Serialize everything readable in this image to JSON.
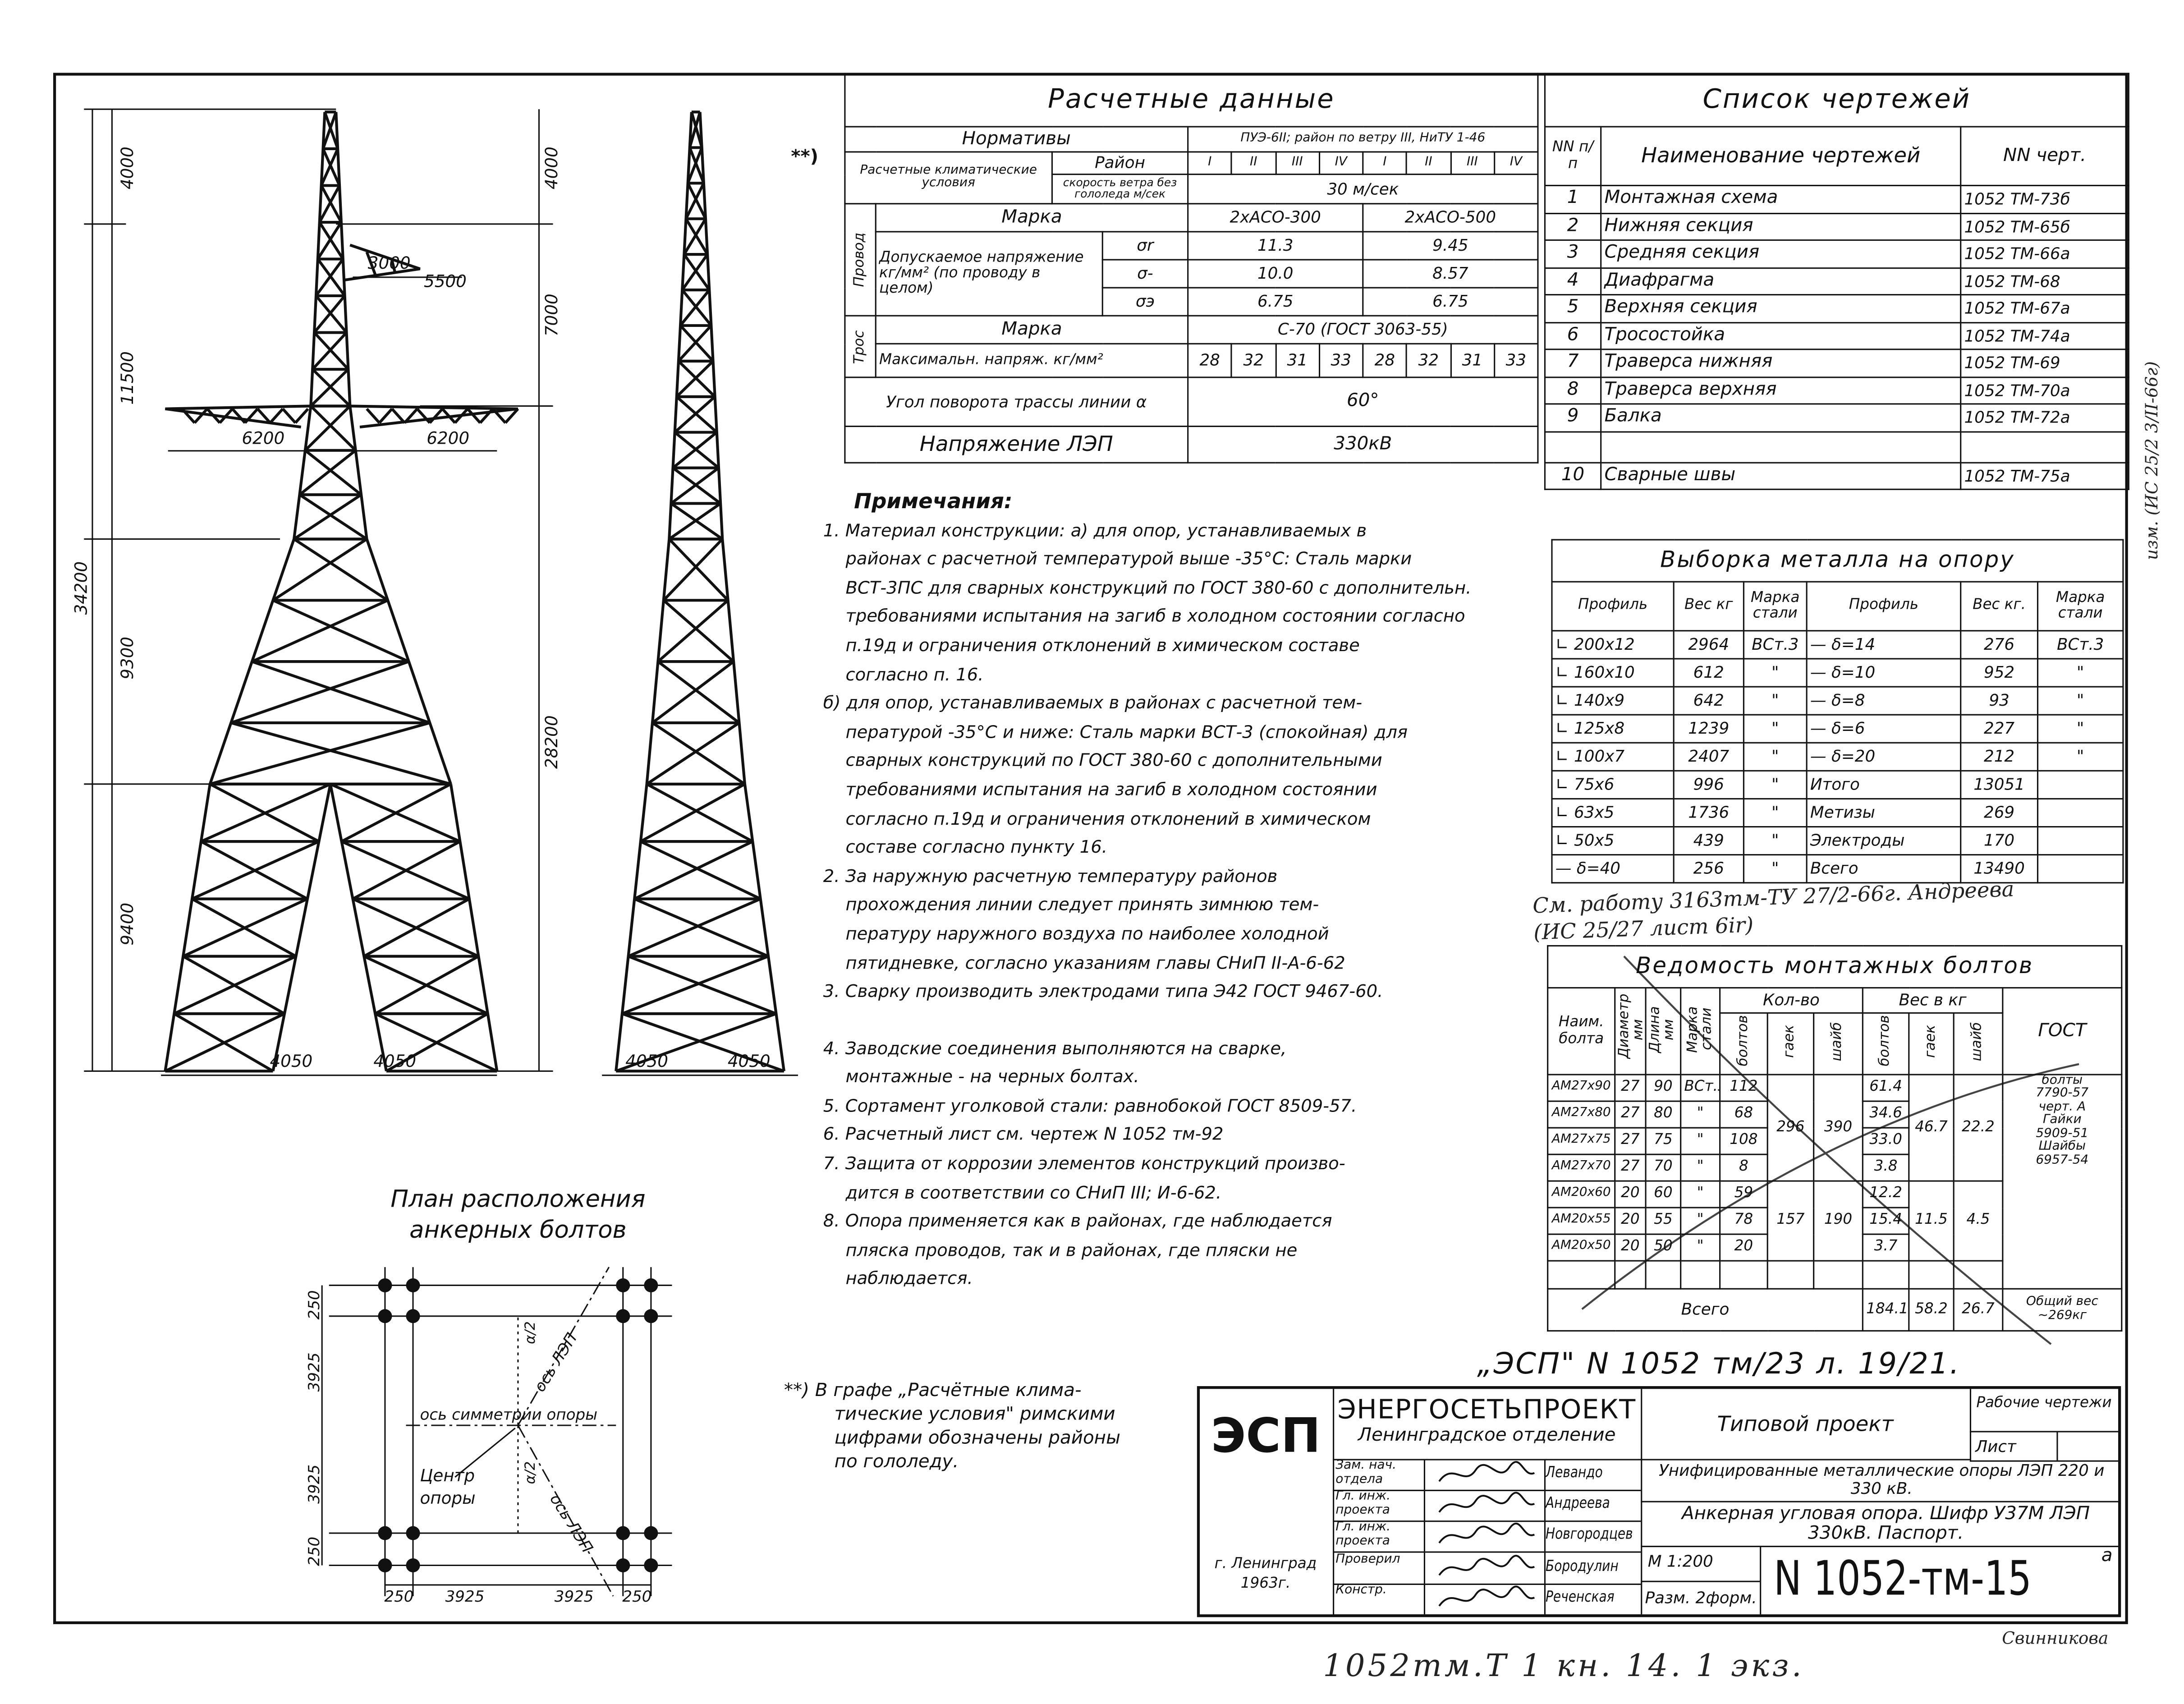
{
  "tower_front": {
    "heights_left": [
      "4000",
      "11500",
      "9300",
      "9400"
    ],
    "total_left": "34200",
    "heights_right": [
      "4000",
      "7000"
    ],
    "total_right": "28200",
    "upper_arm": [
      "3000",
      "5500"
    ],
    "crossarm": [
      "6200",
      "6200"
    ],
    "base": [
      "4050",
      "4050"
    ]
  },
  "tower_side": {
    "base": [
      "4050",
      "4050"
    ]
  },
  "calc": {
    "title": "Расчетные данные",
    "footnote_mark": "**)",
    "norms_label": "Нормативы",
    "norms_value": "ПУЭ-6II; район по ветру III, НиТУ 1-46",
    "climate_label": "Расчетные климатические условия",
    "region_label": "Район",
    "regions": [
      "I",
      "II",
      "III",
      "IV",
      "I",
      "II",
      "III",
      "IV"
    ],
    "wind_label": "скорость ветра без гололеда м/сек",
    "wind_value": "30 м/сек",
    "wire_label": "Провод",
    "wire_mark_label": "Марка",
    "wire_marks": [
      "2хАСО-300",
      "2хАСО-500"
    ],
    "stress_label": "Допускаемое напряжение кг/мм² (по проводу в целом)",
    "stress_rows": [
      {
        "sym": "σr",
        "v1": "11.3",
        "v2": "9.45"
      },
      {
        "sym": "σ-",
        "v1": "10.0",
        "v2": "8.57"
      },
      {
        "sym": "σэ",
        "v1": "6.75",
        "v2": "6.75"
      }
    ],
    "cable_label": "Трос",
    "cable_mark_label": "Марка",
    "cable_mark": "С-70 (ГОСТ 3063-55)",
    "cable_stress_label": "Максимальн. напряж. кг/мм²",
    "cable_stress": [
      "28",
      "32",
      "31",
      "33",
      "28",
      "32",
      "31",
      "33"
    ],
    "angle_label": "Угол поворота трассы линии α",
    "angle_value": "60°",
    "voltage_label": "Напряжение ЛЭП",
    "voltage_value": "330кВ"
  },
  "drawings": {
    "title": "Список чертежей",
    "headers": [
      "NN п/п",
      "Наименование чертежей",
      "NN черт."
    ],
    "rows": [
      [
        "1",
        "Монтажная схема",
        "1052 ТМ-73б"
      ],
      [
        "2",
        "Нижняя секция",
        "1052 ТМ-65б"
      ],
      [
        "3",
        "Средняя секция",
        "1052 ТМ-66а"
      ],
      [
        "4",
        "Диафрагма",
        "1052 ТМ-68"
      ],
      [
        "5",
        "Верхняя секция",
        "1052 ТМ-67а"
      ],
      [
        "6",
        "Тросостойка",
        "1052 ТМ-74а"
      ],
      [
        "7",
        "Траверса нижняя",
        "1052 ТМ-69"
      ],
      [
        "8",
        "Траверса верхняя",
        "1052 ТМ-70а"
      ],
      [
        "9",
        "Балка",
        "1052 ТМ-72а"
      ],
      [
        "",
        "",
        ""
      ],
      [
        "10",
        "Сварные швы",
        "1052 ТМ-75а"
      ]
    ]
  },
  "metal": {
    "title": "Выборка металла на опору",
    "headers": [
      "Профиль",
      "Вес кг",
      "Марка стали",
      "Профиль",
      "Вес кг.",
      "Марка стали"
    ],
    "rows": [
      [
        "∟ 200х12",
        "2964",
        "ВСт.3",
        "— δ=14",
        "276",
        "ВСт.3"
      ],
      [
        "∟ 160х10",
        "612",
        "\"",
        "— δ=10",
        "952",
        "\""
      ],
      [
        "∟ 140х9",
        "642",
        "\"",
        "— δ=8",
        "93",
        "\""
      ],
      [
        "∟ 125х8",
        "1239",
        "\"",
        "— δ=6",
        "227",
        "\""
      ],
      [
        "∟ 100х7",
        "2407",
        "\"",
        "— δ=20",
        "212",
        "\""
      ],
      [
        "∟ 75х6",
        "996",
        "\"",
        "Итого",
        "13051",
        ""
      ],
      [
        "∟ 63х5",
        "1736",
        "\"",
        "Метизы",
        "269",
        ""
      ],
      [
        "∟ 50х5",
        "439",
        "\"",
        "Электроды",
        "170",
        ""
      ],
      [
        "— δ=40",
        "256",
        "\"",
        "Всего",
        "13490",
        ""
      ]
    ]
  },
  "handnote": [
    "См. работу 3163тм-ТУ 27/2-66г. Андреева",
    "(ИС 25/27 лист 6ir)"
  ],
  "margin_note": "изм. (ИС 25/2 3/II-66г)",
  "bolts": {
    "title": "Ведомость монтажных болтов",
    "h_name": "Наим. болта",
    "h_diam": "Диаметр мм",
    "h_len": "Длина мм",
    "h_steel": "Марка стали",
    "h_count": "Кол-во",
    "h_weight": "Вес в кг",
    "h_sub": [
      "болтов",
      "гаек",
      "шайб"
    ],
    "h_gost": "ГОСТ",
    "rows": [
      [
        "АМ27х90",
        "27",
        "90",
        "ВСт.3",
        "112",
        "61.4"
      ],
      [
        "АМ27х80",
        "27",
        "80",
        "\"",
        "68",
        "34.6"
      ],
      [
        "АМ27х75",
        "27",
        "75",
        "\"",
        "108",
        "33.0"
      ],
      [
        "АМ27х70",
        "27",
        "70",
        "\"",
        "8",
        "3.8"
      ],
      [
        "АМ20х60",
        "20",
        "60",
        "\"",
        "59",
        "12.2"
      ],
      [
        "АМ20х55",
        "20",
        "55",
        "\"",
        "78",
        "15.4"
      ],
      [
        "АМ20х50",
        "20",
        "50",
        "\"",
        "20",
        "3.7"
      ]
    ],
    "group1": {
      "nuts": "296",
      "washers": "390",
      "w_nuts": "46.7",
      "w_washers": "22.2"
    },
    "group2": {
      "nuts": "157",
      "washers": "190",
      "w_nuts": "11.5",
      "w_washers": "4.5"
    },
    "gost": [
      "болты",
      "7790-57",
      "черт. А",
      "Гайки",
      "5909-51",
      "Шайбы",
      "6957-54"
    ],
    "total_label": "Всего",
    "totals": [
      "184.1",
      "58.2",
      "26.7"
    ],
    "total_weight": [
      "Общий вес",
      "~269кг"
    ]
  },
  "notes": {
    "title": "Примечания:",
    "lines": [
      "1. Материал конструкции: а) для опор, устанавливаемых в",
      "районах с расчетной температурой выше -35°С: Сталь марки",
      "ВСТ-3ПС для сварных конструкций по ГОСТ 380-60 с дополнительн.",
      "требованиями испытания на загиб в холодном состоянии согласно",
      "п.19д и ограничения отклонений в химическом составе",
      "согласно п. 16.",
      "б) для опор, устанавливаемых в районах с расчетной тем-",
      "пературой -35°С и ниже: Сталь марки ВСТ-3 (спокойная) для",
      "сварных конструкций по ГОСТ 380-60 с дополнительными",
      "требованиями испытания на загиб в холодном состоянии",
      "согласно п.19д и ограничения отклонений в химическом",
      "составе согласно пункту 16.",
      "2. За наружную расчетную температуру районов",
      "прохождения линии следует принять зимнюю тем-",
      "пературу наружного воздуха по наиболее холодной",
      "пятидневке, согласно указаниям главы СНиП II-А-6-62",
      "3. Сварку производить электродами типа Э42 ГОСТ 9467-60.",
      "",
      "4. Заводские соединения выполняются на сварке,",
      "монтажные - на черных болтах.",
      "5. Сортамент уголковой стали: равнобокой ГОСТ 8509-57.",
      "6. Расчетный лист см. чертеж N 1052 тм-92",
      "7. Защита от коррозии элементов конструкций произво-",
      "дится в соответствии со СНиП III; И-6-62.",
      "8. Опора применяется как в районах, где наблюдается",
      "пляска проводов, так и в районах, где пляски не",
      "наблюдается."
    ]
  },
  "footnote": [
    "**) В графе „Расчётные клима-",
    "тические условия\" римскими",
    "цифрами обозначены районы",
    "по гололеду."
  ],
  "anchor_plan": {
    "title": [
      "План расположения",
      "анкерных болтов"
    ],
    "v_dims": [
      "250",
      "3925",
      "3925",
      "250"
    ],
    "h_dims": [
      "250",
      "3925",
      "3925",
      "250"
    ],
    "sym_axis": "ось симметрии опоры",
    "line_axis": "ось ЛЭП",
    "half_angle": "α/2",
    "center": [
      "Центр",
      "опоры"
    ]
  },
  "sheet_ref": "„ЭСП\"  N 1052 тм/23   л. 19/21.",
  "title_block": {
    "logo": "ЭСП",
    "org": "ЭНЕРГОСЕТЬПРОЕКТ",
    "dept": "Ленинградское отделение",
    "city": [
      "г. Ленинград",
      "1963г."
    ],
    "project_type": "Типовой проект",
    "stage": "Рабочие чертежи",
    "sheet_label": "Лист",
    "sheet_value": "",
    "roles": [
      {
        "role": "Зам. нач. отдела",
        "name": "Левандо"
      },
      {
        "role": "Гл. инж. проекта",
        "name": "Андреева"
      },
      {
        "role": "Гл. инж. проекта",
        "name": "Новгородцев"
      },
      {
        "role": "Проверил",
        "name": "Бородулин"
      },
      {
        "role": "Констр.",
        "name": "Реченская"
      }
    ],
    "series_title": "Унифицированные металлические опоры ЛЭП 220 и 330 кВ.",
    "drawing_title": "Анкерная угловая опора. Шифр У37М ЛЭП 330кВ. Паспорт.",
    "scale": "М 1:200",
    "format": "Разм. 2форм.",
    "number": "N 1052-тм-15",
    "number_sup": "а"
  },
  "copier": "Свинникова",
  "bottom_handwritten": "1052тм.Т 1 кн. 14.   1 экз."
}
